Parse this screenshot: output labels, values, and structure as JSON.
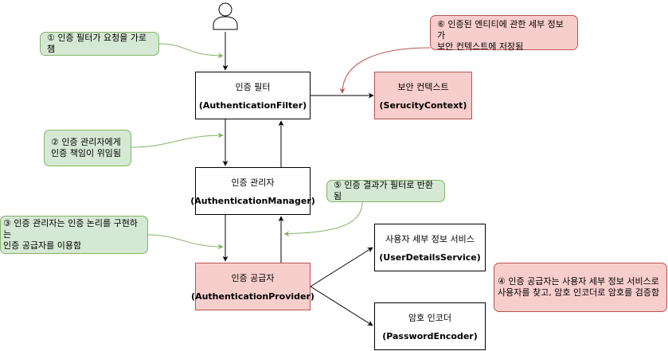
{
  "boxes": {
    "filter": {
      "title": "인증 필터",
      "code": "(AuthenticationFilter)"
    },
    "context": {
      "title": "보안 컨텍스트",
      "code": "(SerucityContext)"
    },
    "manager": {
      "title": "인증 관리자",
      "code": "(AuthenticationManager)"
    },
    "provider": {
      "title": "인증 공급자",
      "code": "(AuthenticationProvider)"
    },
    "user_details": {
      "title": "사용자 세부 정보 서비스",
      "code": "(UserDetailsService)"
    },
    "encoder": {
      "title": "암호 인코더",
      "code": "(PasswordEncoder)"
    }
  },
  "notes": {
    "n1": "① 인증 필터가 요청을 가로챔",
    "n2_line1": "② 인증 관리자에게",
    "n2_line2": "인증 책임이 위임됨",
    "n3_line1": "③ 인증 관리자는 인증 논리를 구현하는",
    "n3_line2": "인증 공급자를 이용함",
    "n4_line1": "④ 인증 공급자는 사용자 세부 정보 서비스로",
    "n4_line2": "사용자를 찾고, 암호 인코더로 암호를 검증함",
    "n5": "⑤ 인증 결과가 필터로 반환됨",
    "n6_line1": "⑥ 인증된 엔티티에 관한 세부 정보가",
    "n6_line2": "보안 컨텍스트에 저장됨"
  },
  "icons": {
    "actor": "user-icon"
  },
  "colors": {
    "note_green_fill": "#d5e8d4",
    "note_green_stroke": "#82b366",
    "red_fill": "#f8cecc",
    "red_stroke": "#b85450"
  }
}
